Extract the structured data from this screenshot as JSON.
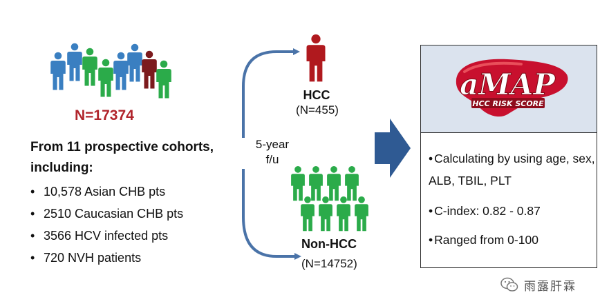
{
  "colors": {
    "blue_person": "#3a7fc1",
    "green_person": "#2bab4a",
    "red_person": "#b0191e",
    "dark_red_person": "#7c1a1d",
    "arrow": "#4a73a8",
    "big_arrow": "#2f5a93",
    "box_header": "#dbe3ee",
    "accent_red": "#b1252c"
  },
  "cohort": {
    "total": "N=17374",
    "heading_line1": "From 11 prospective cohorts,",
    "heading_line2": "including:",
    "items": [
      "10,578 Asian CHB pts",
      "2510 Caucasian CHB pts",
      "3566 HCV infected pts",
      "720 NVH patients"
    ]
  },
  "followup": {
    "line1": "5-year",
    "line2": "f/u"
  },
  "hcc": {
    "label": "HCC",
    "n": "(N=455)"
  },
  "non_hcc": {
    "label": "Non-HCC",
    "n": "(N=14752)"
  },
  "amap": {
    "logo_text": "aMAP",
    "logo_subtitle": "HCC RISK SCORE",
    "bullet_mark": "•",
    "features": [
      "Calculating by using age, sex, ALB, TBIL, PLT",
      "C-index: 0.82 - 0.87",
      "Ranged from 0-100"
    ]
  },
  "watermark": {
    "icon": "wechat-icon",
    "text": "雨露肝霖"
  }
}
